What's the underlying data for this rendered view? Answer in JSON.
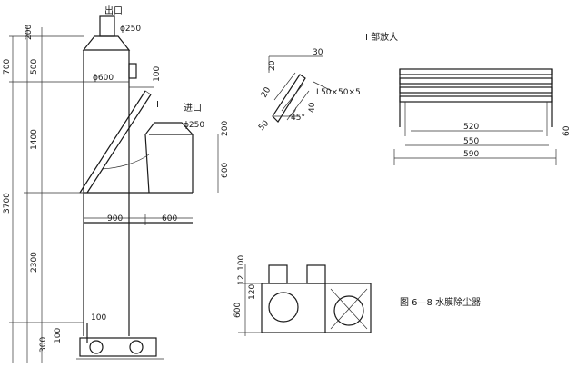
{
  "figure": {
    "caption": "图 6—8  水膜除尘器"
  },
  "main_view": {
    "outlet_label": "出口",
    "inlet_label": "进口",
    "marker_I": "I",
    "dia_top": "ϕ250",
    "dia_body": "ϕ600",
    "dia_inlet": "ϕ250",
    "dim_200_top": "200",
    "dim_700": "700",
    "dim_500": "500",
    "dim_1400": "1400",
    "dim_3700": "3700",
    "dim_2300": "2300",
    "dim_100_side": "100",
    "dim_200_inlet": "200",
    "dim_600_inlet": "600",
    "dim_900": "900",
    "dim_600_horiz": "600",
    "dim_100_bottom": "100",
    "dim_300": "300",
    "dim_100_base": "100"
  },
  "detail_I": {
    "title": "I 部放大",
    "dim_30": "30",
    "dim_20_top": "20",
    "dim_20_side": "20",
    "dim_50": "50",
    "dim_40": "40",
    "angle": "45°",
    "angle_steel": "L50×50×5"
  },
  "plan_view": {
    "dim_520": "520",
    "dim_550": "550",
    "dim_590": "590",
    "dim_side": "60"
  },
  "bottom_view": {
    "dim_100": "100",
    "dim_12": "12",
    "dim_120": "120",
    "dim_600": "600"
  }
}
